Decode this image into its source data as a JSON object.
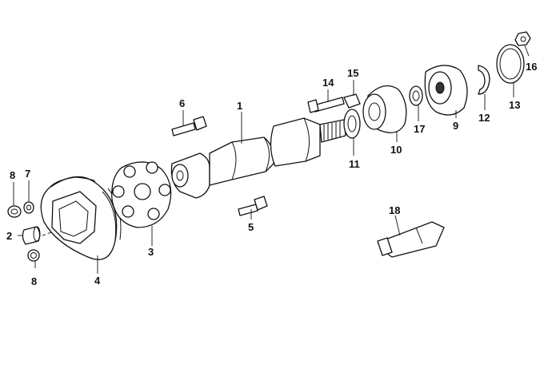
{
  "parts": [
    {
      "id": "p1",
      "label": "1"
    },
    {
      "id": "p2",
      "label": "2"
    },
    {
      "id": "p3",
      "label": "3"
    },
    {
      "id": "p4",
      "label": "4"
    },
    {
      "id": "p5",
      "label": "5"
    },
    {
      "id": "p6",
      "label": "6"
    },
    {
      "id": "p7",
      "label": "7"
    },
    {
      "id": "p8a",
      "label": "8"
    },
    {
      "id": "p8b",
      "label": "8"
    },
    {
      "id": "p9",
      "label": "9"
    },
    {
      "id": "p10",
      "label": "10"
    },
    {
      "id": "p11",
      "label": "11"
    },
    {
      "id": "p12",
      "label": "12"
    },
    {
      "id": "p13",
      "label": "13"
    },
    {
      "id": "p14",
      "label": "14"
    },
    {
      "id": "p15",
      "label": "15"
    },
    {
      "id": "p16",
      "label": "16"
    },
    {
      "id": "p17",
      "label": "17"
    },
    {
      "id": "p18",
      "label": "18"
    }
  ]
}
